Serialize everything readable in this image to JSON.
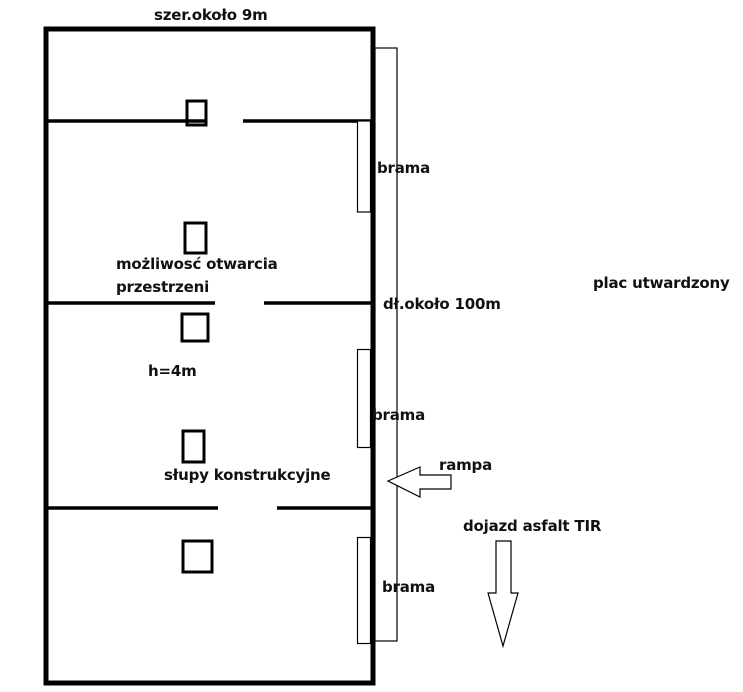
{
  "diagram": {
    "type": "floor-plan",
    "colors": {
      "line": "#000000",
      "text": "#111111",
      "background": "#ffffff"
    },
    "labels": {
      "width": "szer.około 9m",
      "length": "dł.około 100m",
      "opening_line1": "możliwosć otwarcia",
      "opening_line2": "przestrzeni",
      "height": "h=4m",
      "columns": "słupy konstrukcyjne",
      "gate_1": "brama",
      "gate_2": "brama",
      "gate_3": "brama",
      "ramp": "rampa",
      "access": "dojazd asfalt TIR",
      "yard": "plac utwardzony"
    },
    "counts": {
      "sections": 4,
      "partitions": 3,
      "gates": 3,
      "columns": 5
    }
  }
}
